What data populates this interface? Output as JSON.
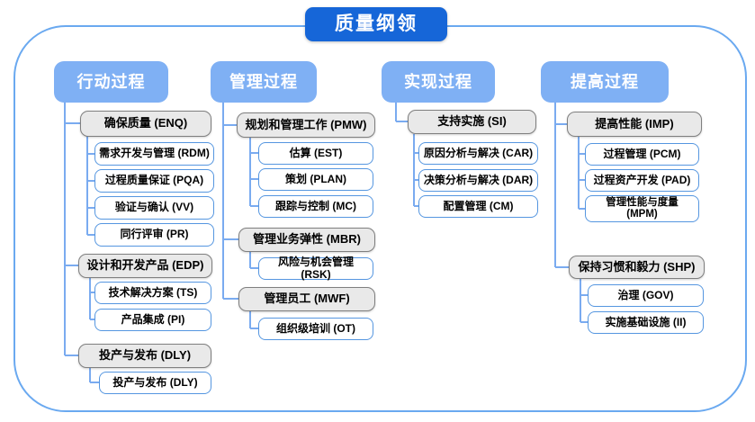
{
  "title": "质量纲领",
  "columns": [
    {
      "header": "行动过程",
      "groups": [
        {
          "label": "确保质量 (ENQ)",
          "children": [
            "需求开发与管理 (RDM)",
            "过程质量保证 (PQA)",
            "验证与确认 (VV)",
            "同行评审 (PR)"
          ]
        },
        {
          "label": "设计和开发产品 (EDP)",
          "children": [
            "技术解决方案 (TS)",
            "产品集成 (PI)"
          ]
        },
        {
          "label": "投产与发布 (DLY)",
          "children": [
            "投产与发布 (DLY)"
          ]
        }
      ]
    },
    {
      "header": "管理过程",
      "groups": [
        {
          "label": "规划和管理工作 (PMW)",
          "children": [
            "估算 (EST)",
            "策划 (PLAN)",
            "跟踪与控制 (MC)"
          ]
        },
        {
          "label": "管理业务弹性 (MBR)",
          "children": [
            "风险与机会管理 (RSK)"
          ]
        },
        {
          "label": "管理员工 (MWF)",
          "children": [
            "组织级培训 (OT)"
          ]
        }
      ]
    },
    {
      "header": "实现过程",
      "groups": [
        {
          "label": "支持实施 (SI)",
          "children": [
            "原因分析与解决 (CAR)",
            "决策分析与解决 (DAR)",
            "配置管理 (CM)"
          ]
        }
      ]
    },
    {
      "header": "提高过程",
      "groups": [
        {
          "label": "提高性能 (IMP)",
          "children": [
            "过程管理 (PCM)",
            "过程资产开发 (PAD)",
            "管理性能与度量 (MPM)"
          ]
        },
        {
          "label": "保持习惯和毅力 (SHP)",
          "children": [
            "治理 (GOV)",
            "实施基础设施 (II)"
          ]
        }
      ]
    }
  ],
  "colors": {
    "title_bg": "#1666d8",
    "header_bg": "#7fb0f4",
    "connector": "#7aabf0",
    "frame_border": "#6aa9f0",
    "gray_fill": "#e9e9e9",
    "gray_border": "#7f7f7f",
    "white_border": "#5596e0"
  }
}
